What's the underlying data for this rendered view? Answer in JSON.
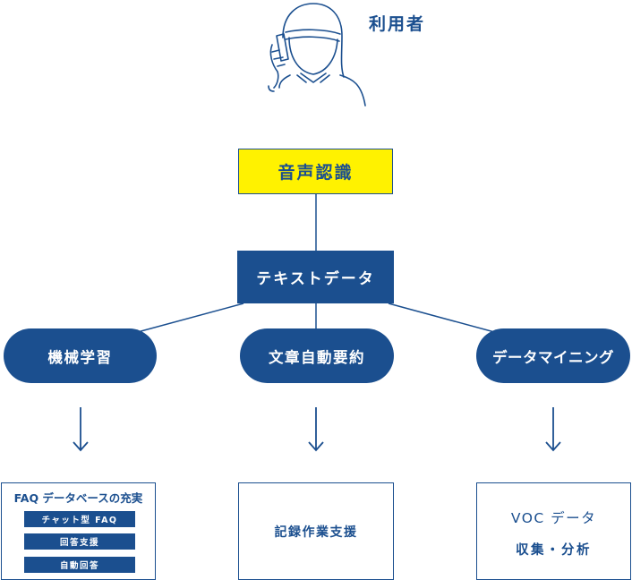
{
  "user": {
    "label": "利用者",
    "icon": "person-on-phone-icon"
  },
  "speech_recognition": {
    "label": "音声認識"
  },
  "text_data": {
    "label": "テキストデータ"
  },
  "branches": [
    {
      "label": "機械学習"
    },
    {
      "label": "文章自動要約"
    },
    {
      "label": "データマイニング"
    }
  ],
  "outputs": {
    "faq": {
      "title": "FAQ データベースの充実",
      "items": [
        "チャット型 FAQ",
        "回答支援",
        "自動回答"
      ]
    },
    "record": {
      "label": "記録作業支援"
    },
    "voc": {
      "line1": "VOC データ",
      "line2": "収集・分析"
    }
  },
  "colors": {
    "primary": "#1b4f8f",
    "highlight": "#fff200",
    "background": "#ffffff"
  }
}
